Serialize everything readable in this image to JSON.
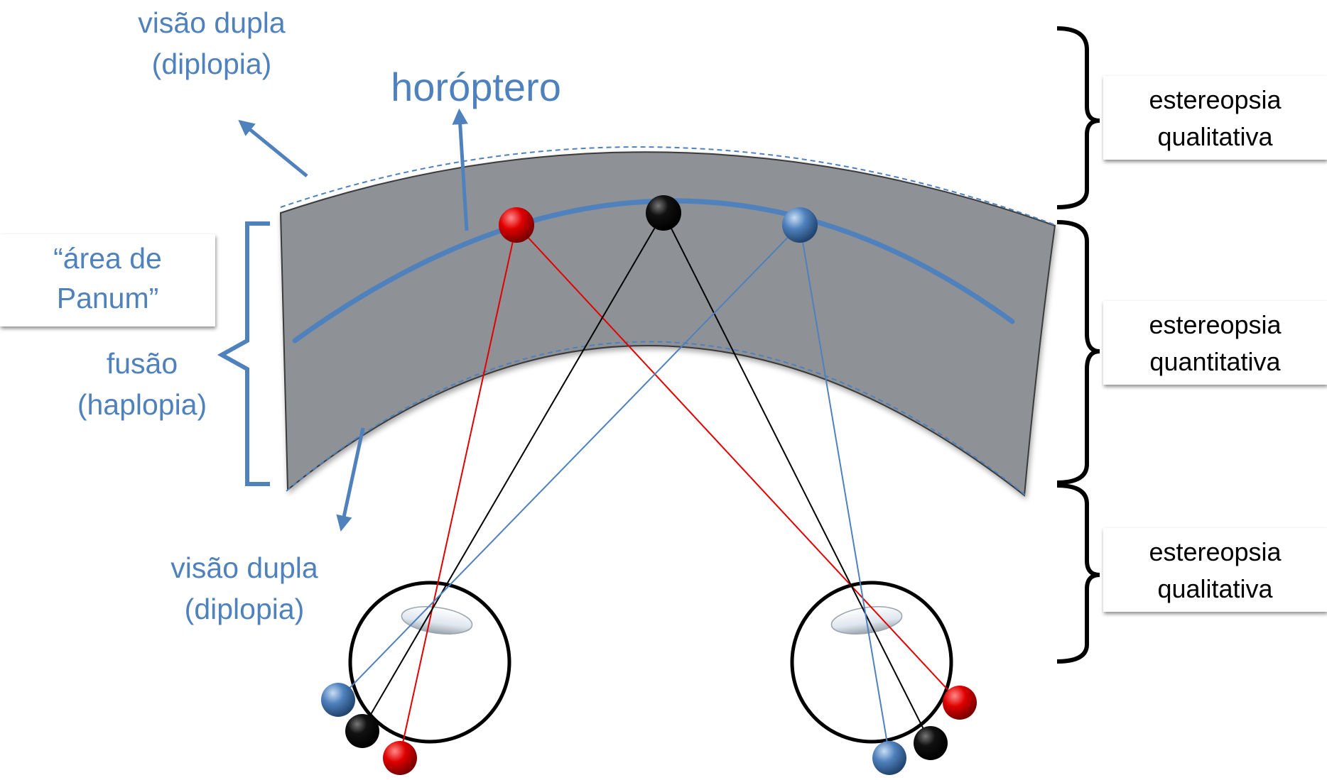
{
  "labels": {
    "diplopia_top_line1": "visão dupla",
    "diplopia_top_line2": "(diplopia)",
    "horopter": "horóptero",
    "panum_line1": "“área de",
    "panum_line2": "Panum”",
    "fusion_line1": "fusão",
    "fusion_line2": "(haplopia)",
    "diplopia_bottom_line1": "visão dupla",
    "diplopia_bottom_line2": "(diplopia)"
  },
  "stereo_boxes": [
    {
      "line1": "estereopsia",
      "line2": "qualitativa"
    },
    {
      "line1": "estereopsia",
      "line2": "quantitativa"
    },
    {
      "line1": "estereopsia",
      "line2": "qualitativa"
    }
  ],
  "colors": {
    "accent_blue": "#4f81bd",
    "band_gray": "#8e9196",
    "point_red": "#e00000",
    "point_black": "#000000",
    "point_blue": "#4f81bd"
  }
}
